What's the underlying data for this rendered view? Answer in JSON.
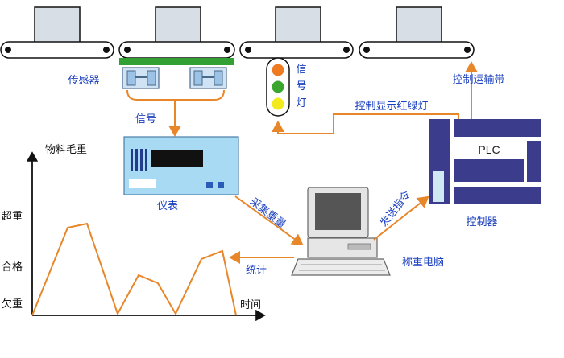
{
  "labels": {
    "sensor": "传感器",
    "signal": "信号",
    "signal_light": "信号灯",
    "instrument": "仪表",
    "collect_weight": "采集重量",
    "statistics": "统计",
    "send_command": "发送指令",
    "weighing_computer": "称重电脑",
    "controller": "控制器",
    "plc": "PLC",
    "control_lights": "控制显示红绿灯",
    "control_belt": "控制运输带"
  },
  "chart": {
    "ylabel": "物料毛重",
    "xlabel": "时间",
    "levels": [
      "超重",
      "合格",
      "欠重"
    ]
  },
  "colors": {
    "label_blue": "#1a3fbf",
    "arrow_orange": "#e8862a",
    "plc_navy": "#3c3c8c",
    "instrument_blue": "#a8daf4",
    "sensor_green": "#32a032",
    "light_red": "#ee7a22",
    "light_green": "#3aa62e",
    "light_yellow": "#f2ea1c"
  },
  "icons": [
    "conveyor-belt-icon",
    "sensor-icon",
    "traffic-light-icon",
    "instrument-icon",
    "computer-icon",
    "plc-icon"
  ]
}
